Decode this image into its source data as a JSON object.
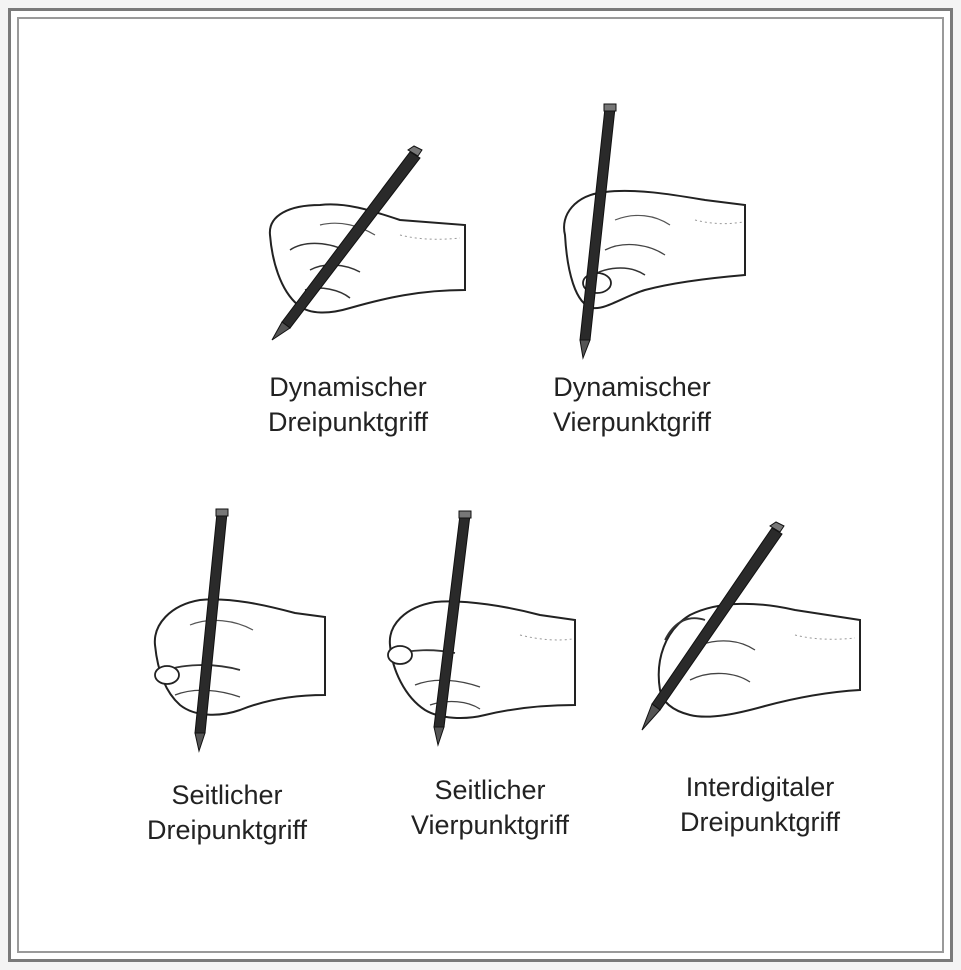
{
  "grips": [
    {
      "line1": "Dynamischer",
      "line2": "Dreipunktgriff"
    },
    {
      "line1": "Dynamischer",
      "line2": "Vierpunktgriff"
    },
    {
      "line1": "Seitlicher",
      "line2": "Dreipunktgriff"
    },
    {
      "line1": "Seitlicher",
      "line2": "Vierpunktgriff"
    },
    {
      "line1": "Interdigitaler",
      "line2": "Dreipunktgriff"
    }
  ]
}
